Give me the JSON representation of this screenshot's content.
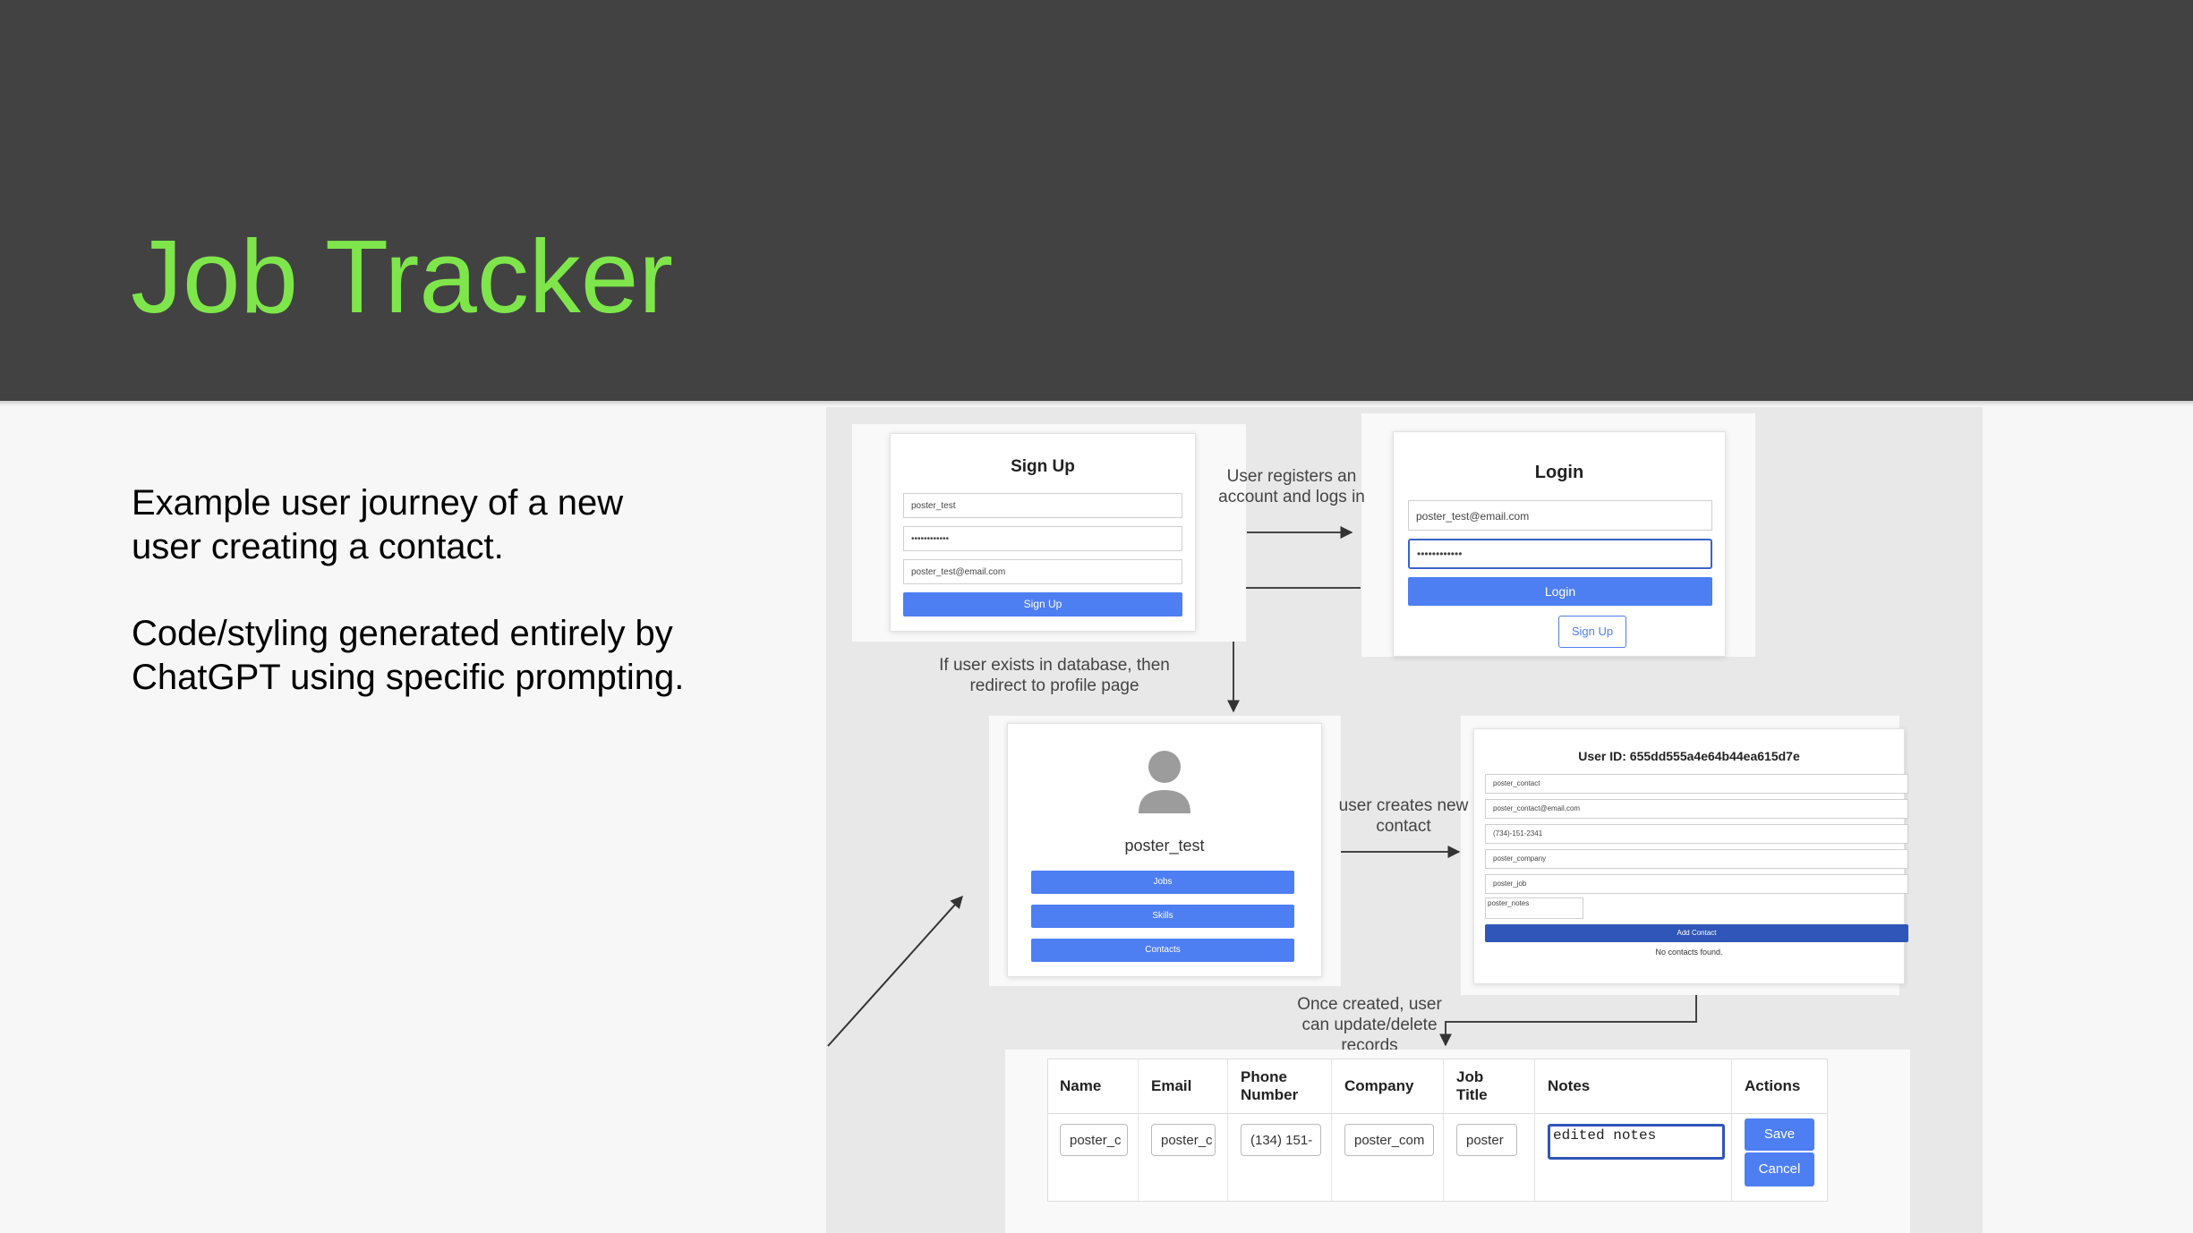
{
  "slide": {
    "title": "Job Tracker",
    "paragraph1": "Example user journey of a new user creating a contact.",
    "paragraph2": "Code/styling generated entirely by ChatGPT using specific prompting."
  },
  "signup": {
    "heading": "Sign Up",
    "username": "poster_test",
    "password": "••••••••••••",
    "email": "poster_test@email.com",
    "button": "Sign Up"
  },
  "login": {
    "heading": "Login",
    "email": "poster_test@email.com",
    "password": "••••••••••••",
    "login_button": "Login",
    "signup_button": "Sign Up"
  },
  "profile": {
    "username": "poster_test",
    "buttons": [
      "Jobs",
      "Skills",
      "Contacts"
    ]
  },
  "contact_form": {
    "heading": "User ID: 655dd555a4e64b44ea615d7e",
    "fields": [
      "poster_contact",
      "poster_contact@email.com",
      "(734)-151-2341",
      "poster_company",
      "poster_job"
    ],
    "notes": "poster_notes",
    "button": "Add Contact",
    "empty_text": "No contacts found."
  },
  "annotations": {
    "register": "User registers an account and logs in",
    "redirect": "If user exists in database, then redirect to profile page",
    "create": "user creates new contact",
    "update": "Once created, user can update/delete records"
  },
  "table": {
    "headers": [
      "Name",
      "Email",
      "Phone Number",
      "Company",
      "Job Title",
      "Notes",
      "Actions"
    ],
    "row": [
      "poster_c",
      "poster_c",
      "(134) 151-",
      "poster_com",
      "poster"
    ],
    "notes_value": "edited notes",
    "save": "Save",
    "cancel": "Cancel"
  }
}
